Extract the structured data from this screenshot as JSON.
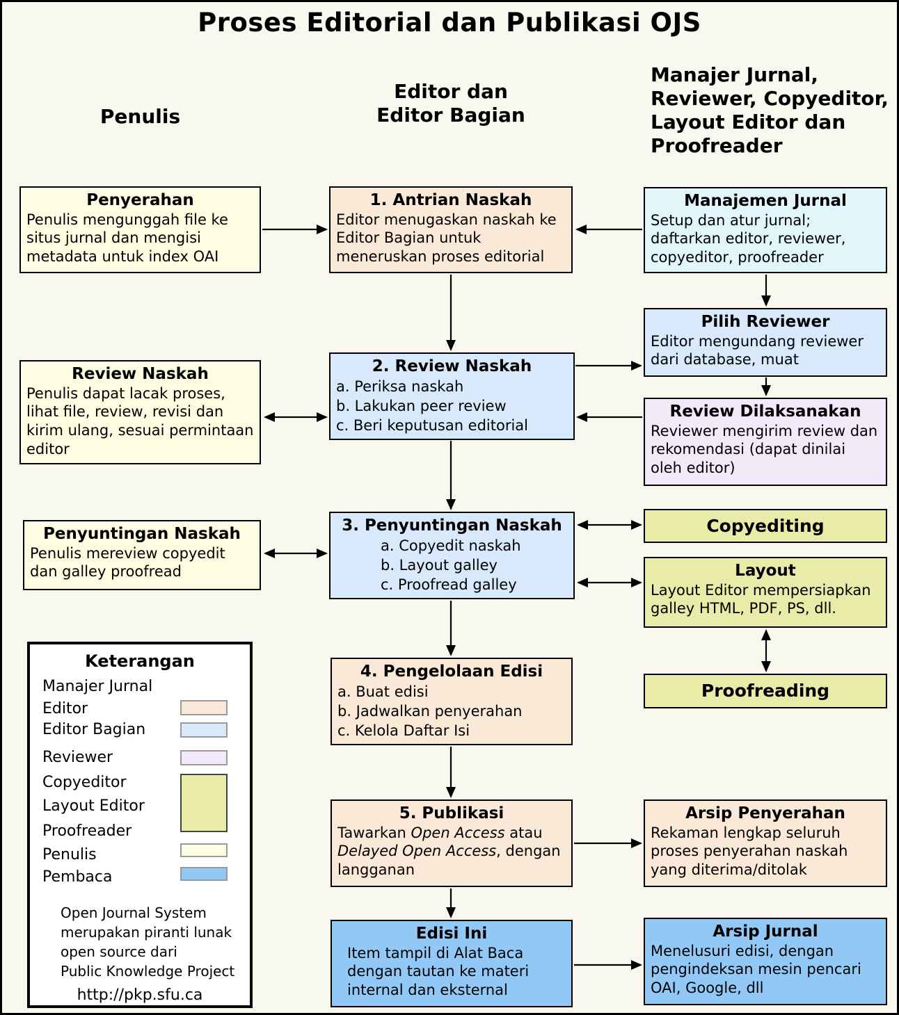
{
  "title": "Proses Editorial dan Publikasi OJS",
  "column_headers": {
    "penulis": "Penulis",
    "editor_lines": [
      "Editor dan",
      "Editor Bagian"
    ],
    "manajer_lines": [
      "Manajer Jurnal,",
      "Reviewer, Copyeditor,",
      "Layout Editor dan",
      "Proofreader"
    ]
  },
  "boxes": {
    "penyerahan": {
      "title": "Penyerahan",
      "body": "Penulis mengunggah file ke situs jurnal dan mengisi metadata untuk index OAI"
    },
    "antrian": {
      "title": "1. Antrian Naskah",
      "body": "Editor menugaskan naskah ke Editor Bagian untuk meneruskan proses editorial"
    },
    "manajemen": {
      "title": "Manajemen Jurnal",
      "body": "Setup dan atur jurnal; daftarkan editor, reviewer, copyeditor, proofreader"
    },
    "pilih_reviewer": {
      "title": "Pilih Reviewer",
      "body": "Editor mengundang reviewer dari database, muat"
    },
    "review2": {
      "title": "2. Review Naskah",
      "items": [
        "a. Periksa naskah",
        "b. Lakukan peer review",
        "c. Beri keputusan editorial"
      ]
    },
    "review_naskah": {
      "title": "Review Naskah",
      "body": "Penulis dapat lacak proses, lihat file, review, revisi dan kirim ulang, sesuai permintaan editor"
    },
    "dilaksanakan": {
      "title": "Review Dilaksanakan",
      "body": "Reviewer mengirim review dan rekomendasi (dapat dinilai oleh editor)"
    },
    "penyuntingan_a": {
      "title": "Penyuntingan Naskah",
      "body": "Penulis mereview copyedit dan galley proofread"
    },
    "penyuntingan3": {
      "title": "3. Penyuntingan Naskah",
      "items": [
        "a. Copyedit naskah",
        "b. Layout galley",
        "c. Proofread galley"
      ]
    },
    "copyediting": {
      "title": "Copyediting"
    },
    "layout": {
      "title": "Layout",
      "body": "Layout Editor mempersiapkan galley HTML, PDF, PS, dll."
    },
    "pengelolaan": {
      "title": "4. Pengelolaan Edisi",
      "items": [
        "a. Buat edisi",
        "b. Jadwalkan penyerahan",
        "c. Kelola Daftar Isi"
      ]
    },
    "proofreading": {
      "title": "Proofreading"
    },
    "publikasi": {
      "title": "5. Publikasi",
      "body_segments": [
        {
          "t": "Tawarkan ",
          "i": false
        },
        {
          "t": "Open Access",
          "i": true
        },
        {
          "t": " atau ",
          "i": false
        },
        {
          "t": "Delayed Open Access",
          "i": true
        },
        {
          "t": ", dengan langganan",
          "i": false
        }
      ]
    },
    "arsip_penyerahan": {
      "title": "Arsip Penyerahan",
      "body": "Rekaman lengkap seluruh proses penyerahan naskah yang diterima/ditolak"
    },
    "edisi_ini": {
      "title": "Edisi Ini",
      "body": "Item tampil di Alat Baca dengan tautan ke materi internal dan eksternal"
    },
    "arsip_jurnal": {
      "title": "Arsip Jurnal",
      "body": "Menelusuri edisi, dengan pengindeksan mesin pencari OAI, Google, dll"
    }
  },
  "legend": {
    "title": "Keterangan",
    "rows": {
      "manajer_jurnal": "Manajer Jurnal",
      "editor": "Editor",
      "editor_bagian": "Editor Bagian",
      "reviewer": "Reviewer",
      "copyeditor": "Copyeditor",
      "layout_editor": "Layout Editor",
      "proofreader": "Proofreader",
      "penulis": "Penulis",
      "pembaca": "Pembaca"
    },
    "note_lines": [
      "Open Journal System",
      "merupakan piranti lunak",
      "open source dari",
      "Public Knowledge Project"
    ],
    "url": "http://pkp.sfu.ca"
  },
  "colors": {
    "background": "#F8F8EE",
    "border": "#000000",
    "editor": "#FBE9D7",
    "editor_bagian": "#D8E9FB",
    "manajemen_jurnal": "#E0F6FA",
    "reviewer": "#F2EAF9",
    "copy_layout_proof": "#E9EBA8",
    "penulis": "#FDFDE2",
    "pembaca": "#92C8F6"
  }
}
